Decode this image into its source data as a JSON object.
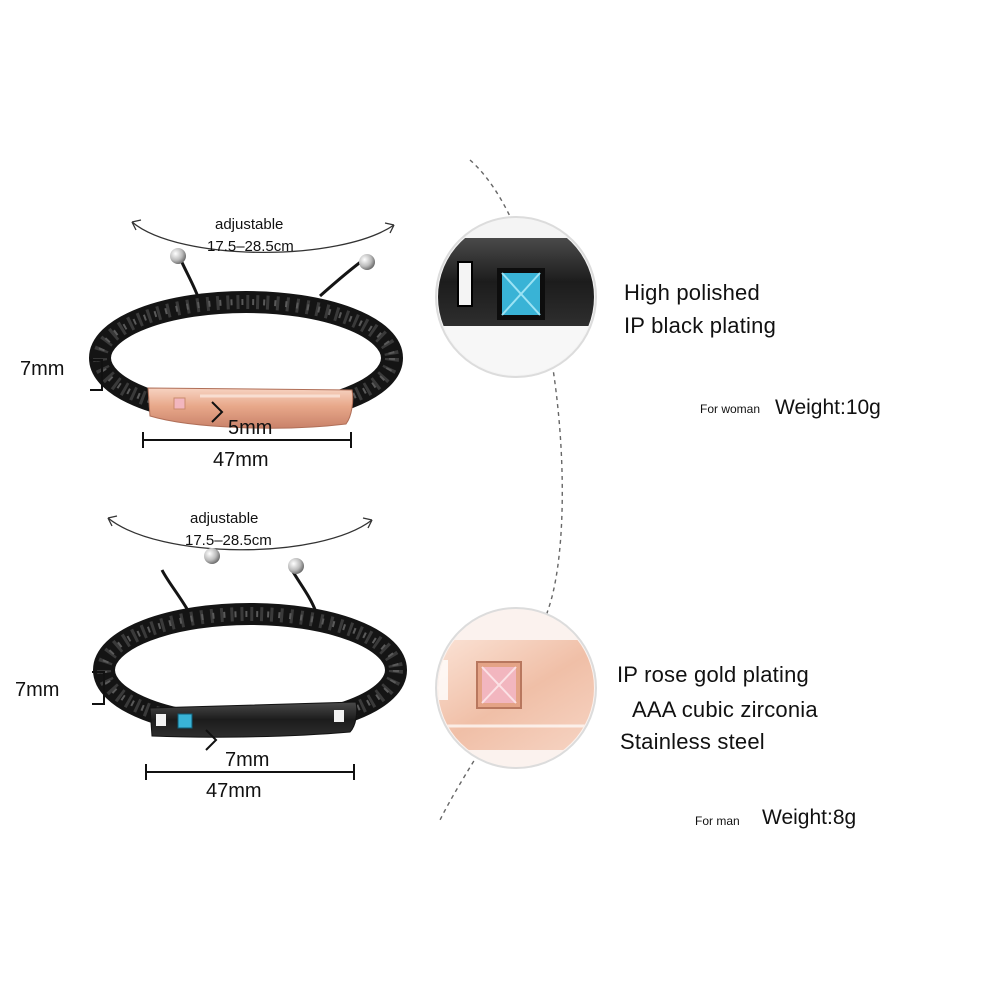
{
  "top_bracelet": {
    "adjustable_label": "adjustable",
    "size_range": "17.5–28.5cm",
    "width_label": "7mm",
    "stone_label": "5mm",
    "length_label": "47mm"
  },
  "bottom_bracelet": {
    "adjustable_label": "adjustable",
    "size_range": "17.5–28.5cm",
    "width_label": "7mm",
    "stone_label": "7mm",
    "length_label": "47mm"
  },
  "black_detail": {
    "line1": "High polished",
    "line2": "IP black plating"
  },
  "woman_weight": {
    "label": "For woman",
    "value": "Weight:10g"
  },
  "rose_detail": {
    "line1": "IP rose gold plating",
    "line2": "AAA cubic zirconia",
    "line3": "Stainless steel"
  },
  "man_weight": {
    "label": "For man",
    "value": "Weight:8g"
  },
  "colors": {
    "cord": "#141414",
    "rose_gold": "#e8a88a",
    "black_steel": "#222222",
    "blue_stone": "#39b3d6",
    "pink_stone": "#f2b6bf"
  }
}
